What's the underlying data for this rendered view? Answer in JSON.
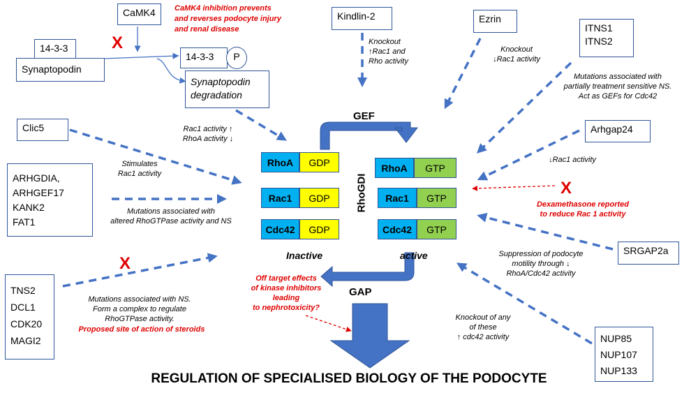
{
  "boxes": {
    "camk4": "CaMK4",
    "kindlin2": "Kindlin-2",
    "ezrin": "Ezrin",
    "itns": [
      "ITNS1",
      "ITNS2"
    ],
    "protein1433": "14-3-3",
    "synaptopodin": "Synaptopodin",
    "phospho_1433": "14-3-3",
    "phospho_p": "P",
    "syn_degradation": [
      "Synaptopodin",
      "degradation"
    ],
    "clic5": "Clic5",
    "arhgap24": "Arhgap24",
    "arhgdia_group": [
      "ARHGDIA,",
      "ARHGEF17",
      "KANK2",
      "FAT1"
    ],
    "srgap2a": "SRGAP2a",
    "tns2_group": [
      "TNS2",
      "DCL1",
      "CDK20",
      "MAGI2"
    ],
    "nup_group": [
      "NUP85",
      "NUP107",
      "NUP133"
    ]
  },
  "notes": {
    "camk4_inhibition": [
      "CaMK4 inhibition prevents",
      "and reverses podocyte injury",
      "and renal disease"
    ],
    "kindlin_knockout": [
      "Knockout",
      "↑Rac1 and",
      "Rho activity"
    ],
    "ezrin_knockout": [
      "Knockout",
      "↓Rac1 activity"
    ],
    "itns_mutations": [
      "Mutations associated with",
      "partially treatment sensitive  NS.",
      "Act as GEFs for Cdc42"
    ],
    "rac1_rhoa": [
      "Rac1 activity ↑",
      "RhoA activity ↓"
    ],
    "stimulates_rac1": [
      "Stimulates",
      "Rac1 activity"
    ],
    "arhgap24_effect": [
      "↓Rac1 activity"
    ],
    "altered_rhogtpase": [
      "Mutations associated with",
      "altered RhoGTPase activity and NS"
    ],
    "dexamethasone": [
      "Dexamethasone reported",
      "to reduce Rac 1 activity"
    ],
    "srgap2a_effect": [
      "Suppression of podocyte",
      "motility through ↓",
      "RhoA/Cdc42 activity"
    ],
    "tns2_mutations": [
      "Mutations associated with NS.",
      "Form a complex to regulate",
      "RhoGTPase activity."
    ],
    "steroids": [
      "Proposed site of action of steroids"
    ],
    "off_target": [
      "Off target effects",
      "of kinase inhibitors",
      "leading",
      "to nephrotoxicity?"
    ],
    "nup_knockout": [
      "Knockout of any",
      "of these",
      "↑ cdc42 activity"
    ]
  },
  "center": {
    "inactive": [
      {
        "gtpase": "RhoA",
        "nucleotide": "GDP"
      },
      {
        "gtpase": "Rac1",
        "nucleotide": "GDP"
      },
      {
        "gtpase": "Cdc42",
        "nucleotide": "GDP"
      }
    ],
    "active": [
      {
        "gtpase": "RhoA",
        "nucleotide": "GTP"
      },
      {
        "gtpase": "Rac1",
        "nucleotide": "GTP"
      },
      {
        "gtpase": "Cdc42",
        "nucleotide": "GTP"
      }
    ],
    "gef_label": "GEF",
    "gap_label": "GAP",
    "rhogdi_label": "RhoGDI",
    "inactive_label": "Inactive",
    "active_label": "active"
  },
  "x_mark": "X",
  "title": "REGULATION OF SPECIALISED BIOLOGY OF THE PODOCYTE",
  "colors": {
    "arrow_blue": "#4472c4",
    "box_border": "#2f5597",
    "gtpase_blue": "#00b0f0",
    "gdp_yellow": "#ffff00",
    "gtp_green": "#92d050",
    "alert_red": "#e00000"
  }
}
